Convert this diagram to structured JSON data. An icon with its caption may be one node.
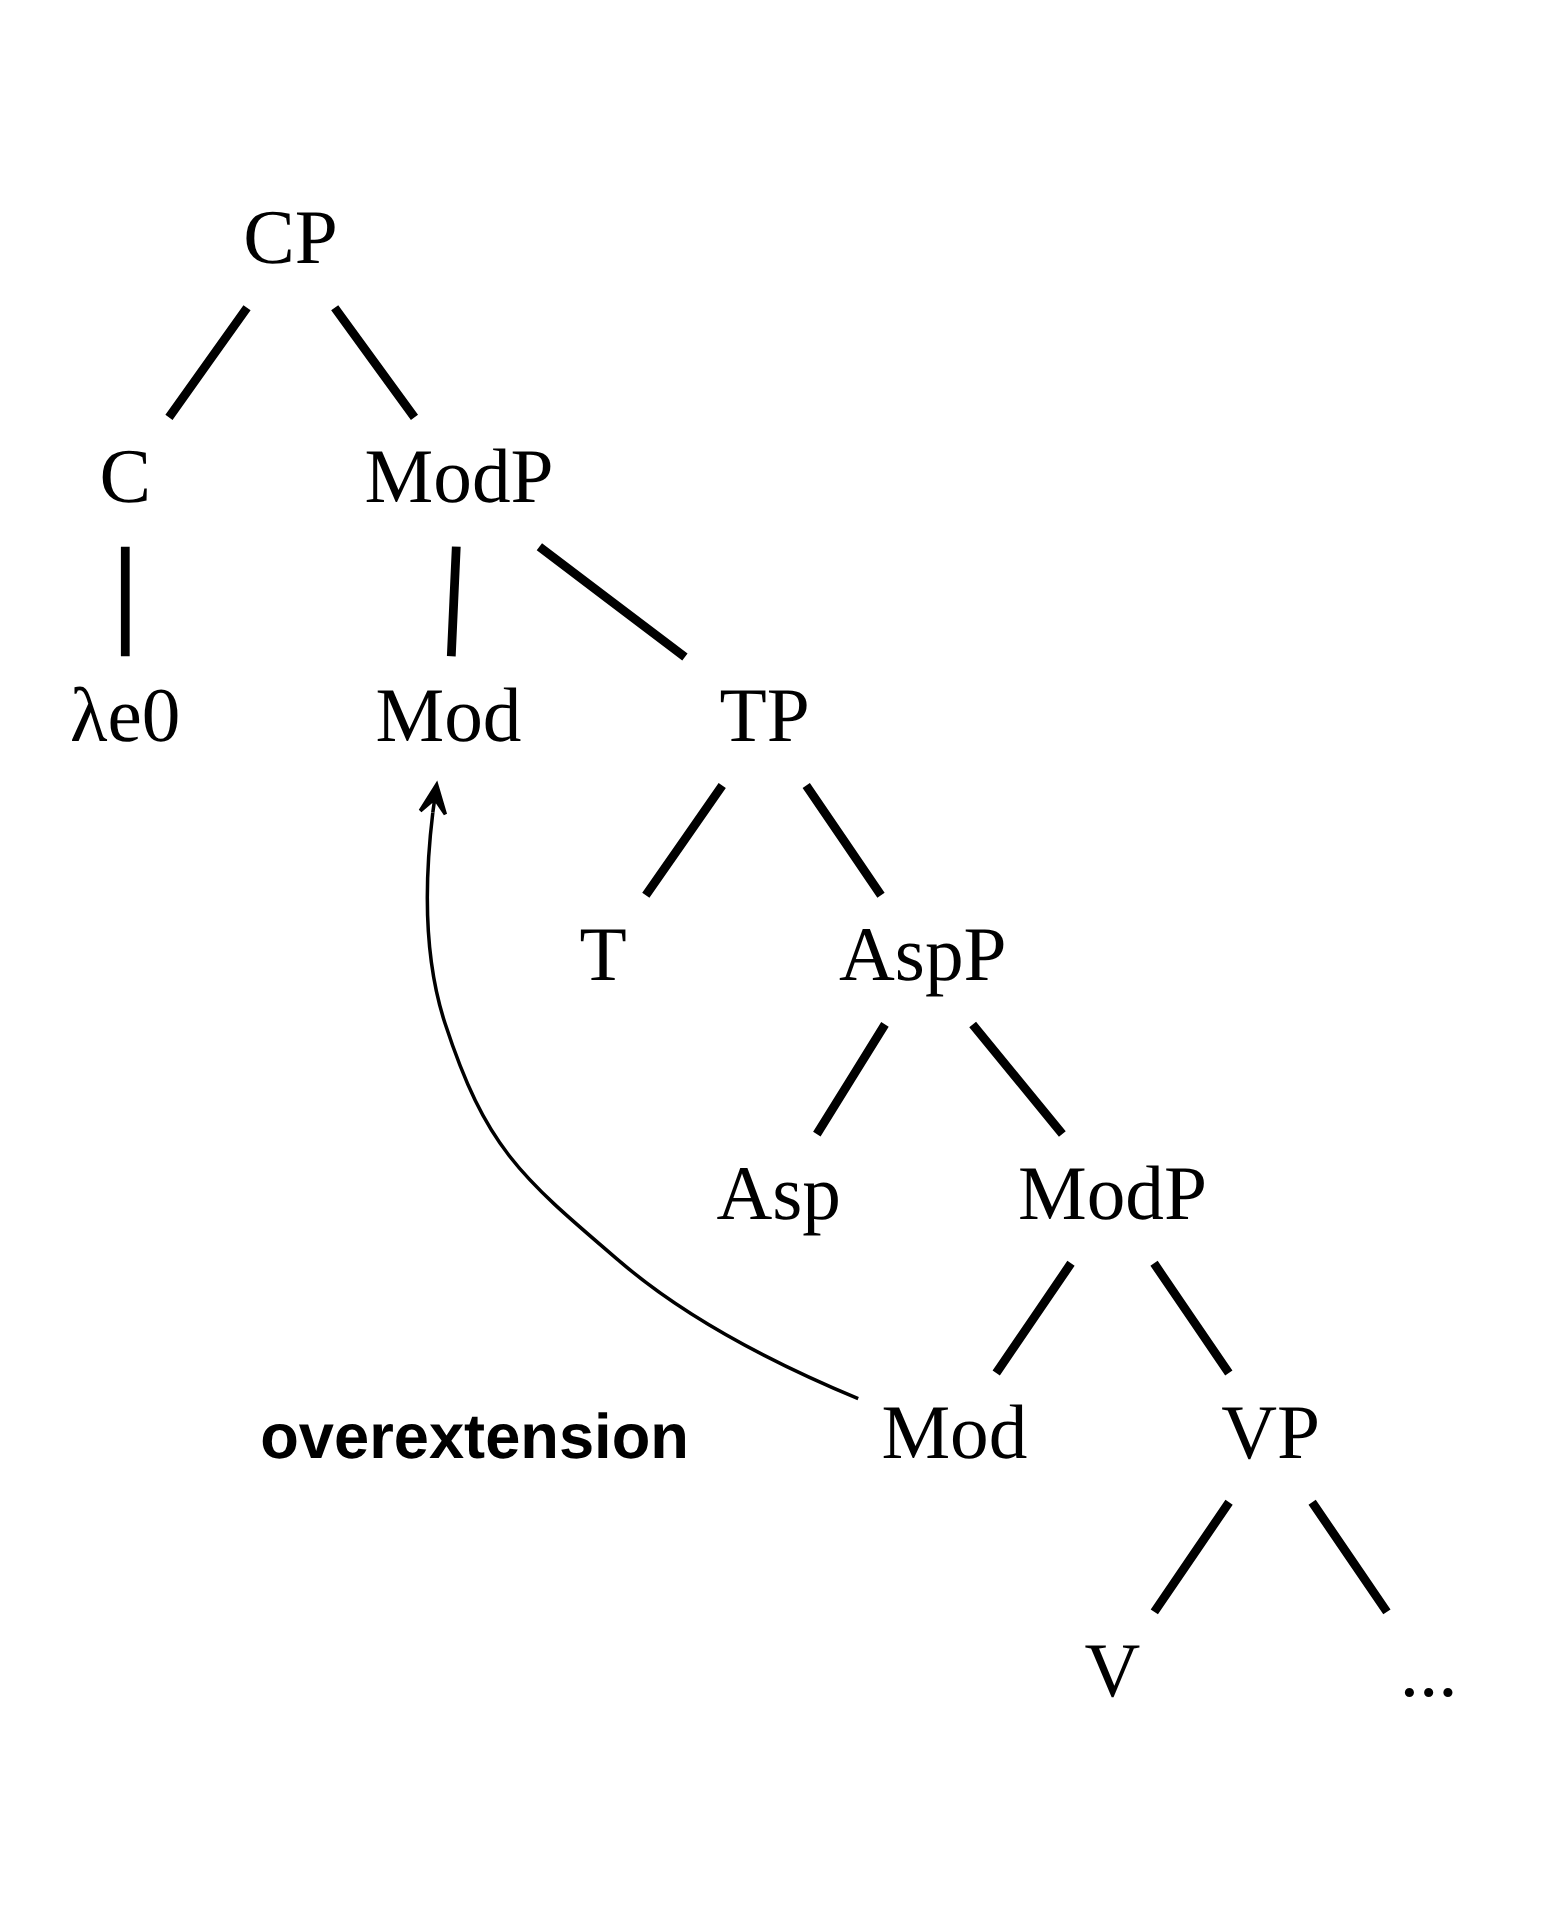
{
  "diagram": {
    "nodes": [
      {
        "text": [
          "CP"
        ]
      },
      {
        "text": [
          "C"
        ]
      },
      {
        "text": [
          "ModP"
        ]
      },
      {
        "text": [
          "λe0"
        ]
      },
      {
        "text": [
          "Mod"
        ]
      },
      {
        "text": [
          "TP"
        ]
      },
      {
        "text": [
          "T"
        ]
      },
      {
        "text": [
          "AspP"
        ]
      },
      {
        "text": [
          "Asp"
        ]
      },
      {
        "text": [
          "ModP"
        ]
      },
      {
        "text": [
          "Mod"
        ]
      },
      {
        "text": [
          "VP"
        ]
      },
      {
        "text": [
          "V"
        ]
      },
      {
        "text": [
          "..."
        ]
      }
    ],
    "edges": [
      {
        "from": 0,
        "to": 1,
        "arrow": "none"
      },
      {
        "from": 0,
        "to": 2,
        "arrow": "none"
      },
      {
        "from": 1,
        "to": 3,
        "arrow": "none"
      },
      {
        "from": 2,
        "to": 4,
        "arrow": "none"
      },
      {
        "from": 2,
        "to": 5,
        "arrow": "none"
      },
      {
        "from": 5,
        "to": 6,
        "arrow": "none"
      },
      {
        "from": 5,
        "to": 7,
        "arrow": "none"
      },
      {
        "from": 7,
        "to": 8,
        "arrow": "none"
      },
      {
        "from": 7,
        "to": 9,
        "arrow": "none"
      },
      {
        "from": 9,
        "to": 10,
        "arrow": "none"
      },
      {
        "from": 9,
        "to": 11,
        "arrow": "none"
      },
      {
        "from": 11,
        "to": 12,
        "arrow": "none"
      },
      {
        "from": 11,
        "to": 13,
        "arrow": "none"
      },
      {
        "from": 10,
        "to": 4,
        "arrow": "to",
        "label": "overextension"
      }
    ]
  }
}
